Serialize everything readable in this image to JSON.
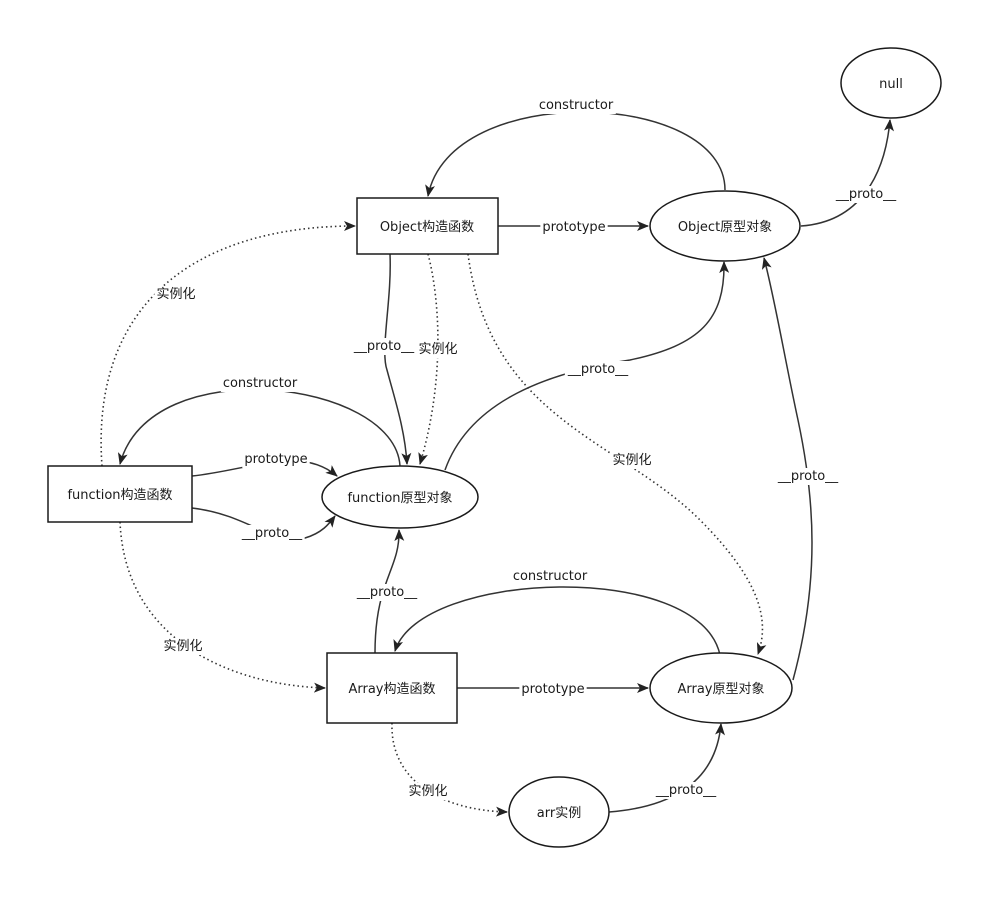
{
  "nodes": {
    "null": {
      "label": "null",
      "shape": "ellipse"
    },
    "object_ctor": {
      "label": "Object构造函数",
      "shape": "rect"
    },
    "object_proto": {
      "label": "Object原型对象",
      "shape": "ellipse"
    },
    "function_ctor": {
      "label": "function构造函数",
      "shape": "rect"
    },
    "function_proto": {
      "label": "function原型对象",
      "shape": "ellipse"
    },
    "array_ctor": {
      "label": "Array构造函数",
      "shape": "rect"
    },
    "array_proto": {
      "label": "Array原型对象",
      "shape": "ellipse"
    },
    "arr": {
      "label": "arr实例",
      "shape": "ellipse"
    }
  },
  "edges": [
    {
      "id": "objproto-constructor",
      "from": "object_proto",
      "to": "object_ctor",
      "label": "constructor",
      "style": "solid"
    },
    {
      "id": "objctor-prototype",
      "from": "object_ctor",
      "to": "object_proto",
      "label": "prototype",
      "style": "solid"
    },
    {
      "id": "objproto-proto-null",
      "from": "object_proto",
      "to": "null",
      "label": "__proto__",
      "style": "solid"
    },
    {
      "id": "fnctor-instantiate-objctor",
      "from": "function_ctor",
      "to": "object_ctor",
      "label": "实例化",
      "style": "dotted"
    },
    {
      "id": "objctor-proto-fnproto",
      "from": "object_ctor",
      "to": "function_proto",
      "label": "__proto__",
      "style": "solid"
    },
    {
      "id": "objctor-instantiate-fnproto",
      "from": "object_ctor",
      "to": "function_proto",
      "label": "实例化",
      "style": "dotted"
    },
    {
      "id": "fnproto-proto-objproto",
      "from": "function_proto",
      "to": "object_proto",
      "label": "__proto__",
      "style": "solid"
    },
    {
      "id": "fnproto-constructor",
      "from": "function_proto",
      "to": "function_ctor",
      "label": "constructor",
      "style": "solid"
    },
    {
      "id": "fnctor-prototype",
      "from": "function_ctor",
      "to": "function_proto",
      "label": "prototype",
      "style": "solid"
    },
    {
      "id": "fnctor-proto-fnproto",
      "from": "function_ctor",
      "to": "function_proto",
      "label": "__proto__",
      "style": "solid"
    },
    {
      "id": "objctor-instantiate-arrproto",
      "from": "object_ctor",
      "to": "array_proto",
      "label": "实例化",
      "style": "dotted"
    },
    {
      "id": "arrproto-proto-objproto",
      "from": "array_proto",
      "to": "object_proto",
      "label": "__proto__",
      "style": "solid"
    },
    {
      "id": "fnctor-instantiate-arrctor",
      "from": "function_ctor",
      "to": "array_ctor",
      "label": "实例化",
      "style": "dotted"
    },
    {
      "id": "arrctor-proto-fnproto",
      "from": "array_ctor",
      "to": "function_proto",
      "label": "__proto__",
      "style": "solid"
    },
    {
      "id": "arrproto-constructor",
      "from": "array_proto",
      "to": "array_ctor",
      "label": "constructor",
      "style": "solid"
    },
    {
      "id": "arrctor-prototype",
      "from": "array_ctor",
      "to": "array_proto",
      "label": "prototype",
      "style": "solid"
    },
    {
      "id": "arrctor-instantiate-arr",
      "from": "array_ctor",
      "to": "arr",
      "label": "实例化",
      "style": "dotted"
    },
    {
      "id": "arr-proto-arrproto",
      "from": "arr",
      "to": "array_proto",
      "label": "__proto__",
      "style": "solid"
    }
  ]
}
